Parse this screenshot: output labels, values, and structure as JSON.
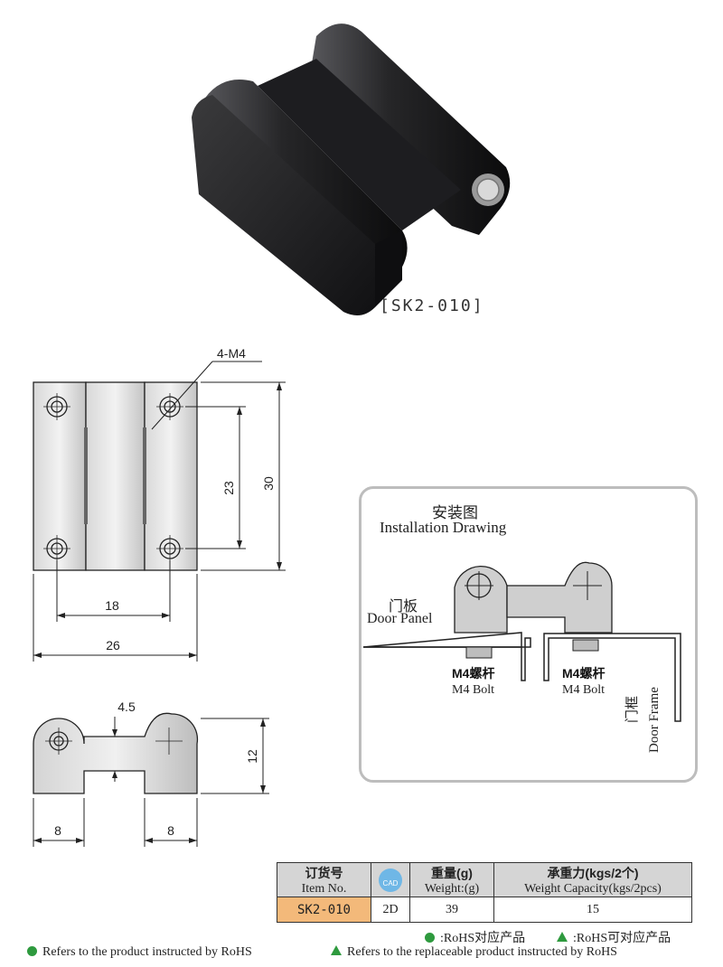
{
  "product": {
    "model_caption": "[SK2-010]"
  },
  "front_view": {
    "hole_label": "4-M4",
    "dim_height_holes": "23",
    "dim_height_total": "30",
    "dim_width_holes": "18",
    "dim_width_total": "26"
  },
  "side_view": {
    "dim_web": "4.5",
    "dim_height": "12",
    "dim_left": "8",
    "dim_right": "8"
  },
  "installation": {
    "title_cn": "安装图",
    "title_en": "Installation Drawing",
    "door_panel_cn": "门板",
    "door_panel_en": "Door Panel",
    "bolt_left_cn": "M4螺杆",
    "bolt_left_en": "M4 Bolt",
    "bolt_right_cn": "M4螺杆",
    "bolt_right_en": "M4 Bolt",
    "door_frame_cn": "门框",
    "door_frame_en": "Door Frame"
  },
  "spec_table": {
    "headers": {
      "item_cn": "订货号",
      "item_en": "Item No.",
      "cad_badge": "CAD",
      "weight_cn": "重量(g)",
      "weight_en": "Weight:(g)",
      "capacity_cn": "承重力(kgs/2个)",
      "capacity_en": "Weight Capacity(kgs/2pcs)"
    },
    "rows": [
      {
        "item": "SK2-010",
        "cad": "2D",
        "weight": "39",
        "capacity": "15"
      }
    ]
  },
  "legend": {
    "rohs_cn": ":RoHS对应产品",
    "replaceable_cn": ":RoHS可对应产品",
    "rohs_en": "Refers to the product instructed by RoHS",
    "replaceable_en": "Refers to the replaceable product instructed by RoHS"
  },
  "colors": {
    "legend_green": "#2e9a3e",
    "item_cell": "#f3b97a",
    "header_cell": "#d5d5d5",
    "cad_badge": "#6fb7e6"
  }
}
